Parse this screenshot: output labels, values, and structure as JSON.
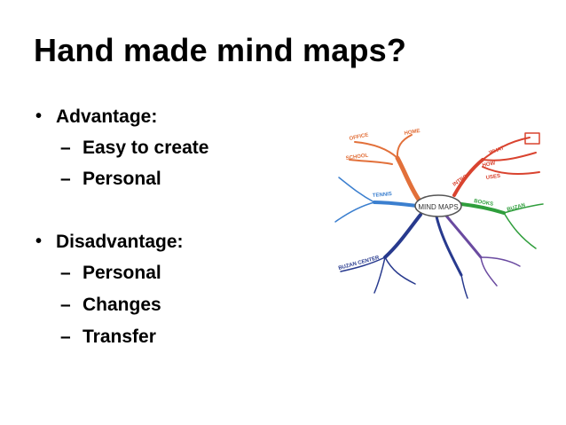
{
  "slide": {
    "title": "Hand made mind maps?",
    "sections": [
      {
        "heading": "Advantage:",
        "items": [
          "Easy to create",
          "Personal"
        ]
      },
      {
        "heading": "Disadvantage:",
        "items": [
          "Personal",
          "Changes",
          "Transfer"
        ]
      }
    ],
    "bullet_glyph": "•",
    "dash_glyph": "–"
  },
  "mindmap": {
    "center_label": "MIND MAPS",
    "branch_labels": {
      "office": "OFFICE",
      "home": "HOME",
      "school": "SCHOOL",
      "what": "WHAT",
      "how": "HOW",
      "uses": "USES",
      "tennis": "TENNIS",
      "buzan_center": "BUZAN CENTER",
      "buzan": "BUZAN",
      "intro": "INTRO",
      "books": "BOOKS"
    },
    "colors": {
      "orange": "#e2703a",
      "red": "#d9432f",
      "blue": "#3b7fcf",
      "navy": "#283a8e",
      "green": "#2f9e3c",
      "purple": "#6a4aa0",
      "dark": "#6b6b8a"
    }
  }
}
